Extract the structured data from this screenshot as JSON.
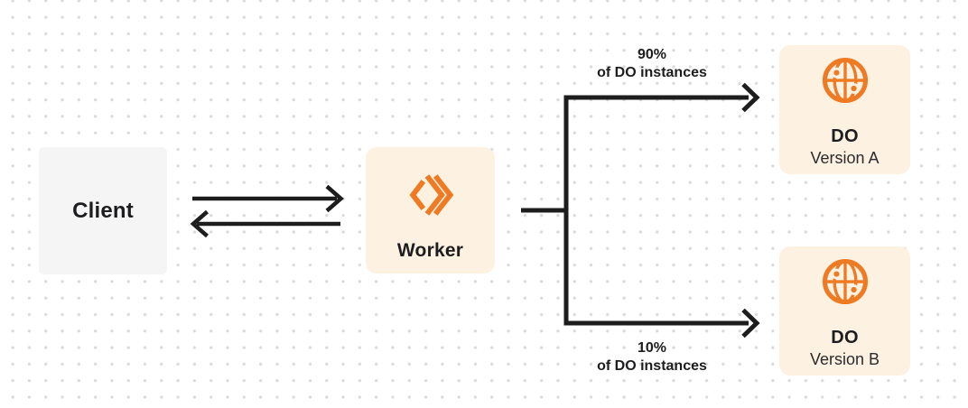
{
  "diagram": {
    "colors": {
      "accent_orange": "#ee7a23",
      "node_cream": "#fdf1e2",
      "client_gray": "#f5f5f6",
      "line_dark": "#1d1d1d",
      "text_dark": "#1d1d1f",
      "dot_grid": "#d9d9d9"
    },
    "nodes": {
      "client": {
        "label": "Client"
      },
      "worker": {
        "label": "Worker",
        "icon": "workers-chevrons-icon"
      },
      "do_version_a": {
        "title": "DO",
        "subtitle": "Version A",
        "icon": "durable-object-globe-icon"
      },
      "do_version_b": {
        "title": "DO",
        "subtitle": "Version B",
        "icon": "durable-object-globe-icon"
      }
    },
    "edges": {
      "branch_top": {
        "percent": "90%",
        "caption": "of DO instances"
      },
      "branch_bottom": {
        "percent": "10%",
        "caption": "of DO instances"
      }
    }
  }
}
